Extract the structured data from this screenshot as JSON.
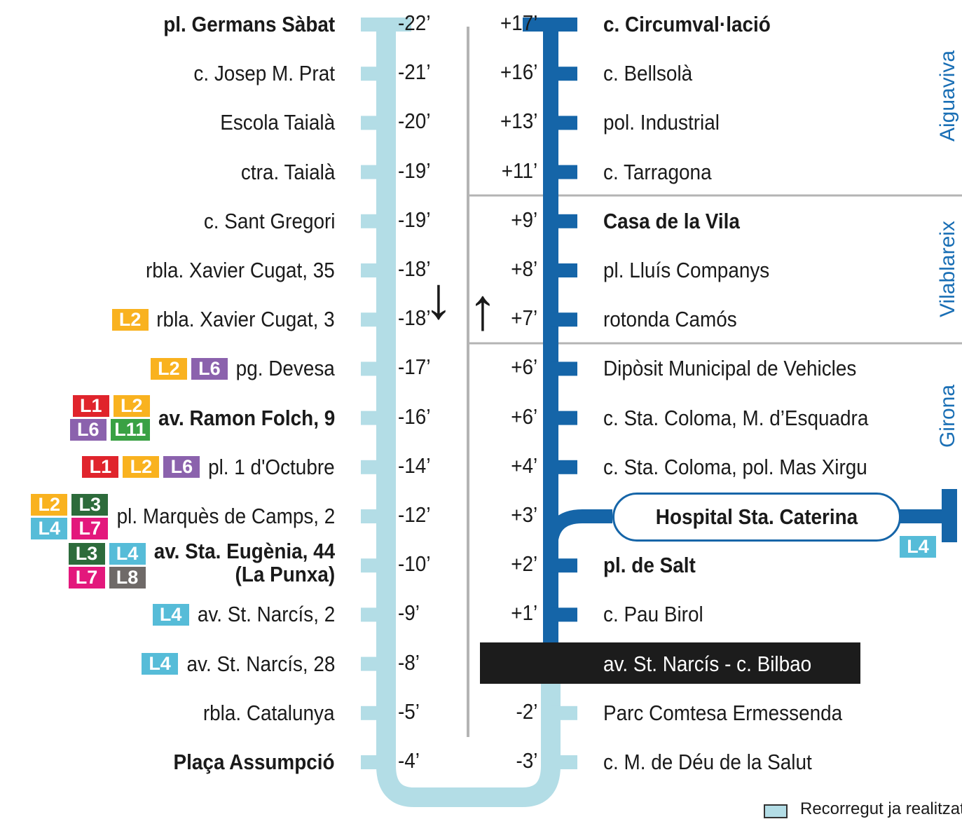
{
  "colors": {
    "traveled": "#b3dde6",
    "remaining": "#1565a8",
    "divider": "#b4b4b4",
    "zone_text": "#1a6fb5",
    "current_bg": "#1c1c1c",
    "line_colors": {
      "L1": "#e0242c",
      "L2": "#f9b21f",
      "L3": "#2d6b3b",
      "L4": "#56bcd8",
      "L6": "#8b62ad",
      "L7": "#e3187c",
      "L8": "#6f6a68",
      "L11": "#3aa144"
    }
  },
  "left_stops": [
    {
      "name": "pl. Germans Sàbat",
      "time": "-22’",
      "bold": true,
      "lines": []
    },
    {
      "name": "c. Josep M. Prat",
      "time": "-21’",
      "bold": false,
      "lines": []
    },
    {
      "name": "Escola Taialà",
      "time": "-20’",
      "bold": false,
      "lines": []
    },
    {
      "name": "ctra. Taialà",
      "time": "-19’",
      "bold": false,
      "lines": []
    },
    {
      "name": "c. Sant Gregori",
      "time": "-19’",
      "bold": false,
      "lines": []
    },
    {
      "name": "rbla. Xavier Cugat, 35",
      "time": "-18’",
      "bold": false,
      "lines": []
    },
    {
      "name": "rbla. Xavier Cugat, 3",
      "time": "-18’",
      "bold": false,
      "lines": [
        [
          "L2"
        ]
      ]
    },
    {
      "name": "pg. Devesa",
      "time": "-17’",
      "bold": false,
      "lines": [
        [
          "L2",
          "L6"
        ]
      ]
    },
    {
      "name": "av. Ramon Folch, 9",
      "time": "-16’",
      "bold": true,
      "lines": [
        [
          "L1",
          "L2"
        ],
        [
          "L6",
          "L11"
        ]
      ]
    },
    {
      "name": "pl. 1 d'Octubre",
      "time": "-14’",
      "bold": false,
      "lines": [
        [
          "L1",
          "L2",
          "L6"
        ]
      ]
    },
    {
      "name": "pl. Marquès de Camps, 2",
      "time": "-12’",
      "bold": false,
      "lines": [
        [
          "L2",
          "L3"
        ],
        [
          "L4",
          "L7"
        ]
      ]
    },
    {
      "name": "av. Sta. Eugènia, 44\n(La Punxa)",
      "time": "-10’",
      "bold": true,
      "lines": [
        [
          "L3",
          "L4"
        ],
        [
          "L7",
          "L8"
        ]
      ]
    },
    {
      "name": "av. St. Narcís, 2",
      "time": "-9’",
      "bold": false,
      "lines": [
        [
          "L4"
        ]
      ]
    },
    {
      "name": "av. St. Narcís, 28",
      "time": "-8’",
      "bold": false,
      "lines": [
        [
          "L4"
        ]
      ]
    },
    {
      "name": "rbla. Catalunya",
      "time": "-5’",
      "bold": false,
      "lines": []
    },
    {
      "name": "Plaça Assumpció",
      "time": "-4’",
      "bold": true,
      "lines": []
    }
  ],
  "right_stops": [
    {
      "name": "c. Circumval·lació",
      "time": "+17’",
      "bold": true
    },
    {
      "name": "c. Bellsolà",
      "time": "+16’",
      "bold": false
    },
    {
      "name": "pol. Industrial",
      "time": "+13’",
      "bold": false
    },
    {
      "name": "c. Tarragona",
      "time": "+11’",
      "bold": false
    },
    {
      "name": "Casa de la Vila",
      "time": "+9’",
      "bold": true
    },
    {
      "name": "pl. Lluís Companys",
      "time": "+8’",
      "bold": false
    },
    {
      "name": "rotonda Camós",
      "time": "+7’",
      "bold": false
    },
    {
      "name": "Dipòsit Municipal de Vehicles",
      "time": "+6’",
      "bold": false
    },
    {
      "name": "c. Sta. Coloma, M. d’Esquadra",
      "time": "+6’",
      "bold": false
    },
    {
      "name": "c. Sta. Coloma, pol. Mas Xirgu",
      "time": "+4’",
      "bold": false
    },
    {
      "name": "",
      "time": "+3’",
      "bold": false
    },
    {
      "name": "pl. de Salt",
      "time": "+2’",
      "bold": true
    },
    {
      "name": "c. Pau Birol",
      "time": "+1’",
      "bold": false
    },
    {
      "name": "av. St. Narcís - c. Bilbao",
      "time": "",
      "bold": false,
      "current": true
    },
    {
      "name": "Parc Comtesa Ermessenda",
      "time": "-2’",
      "bold": false
    },
    {
      "name": "c. M. de Déu de la Salut",
      "time": "-3’",
      "bold": false
    }
  ],
  "branch": {
    "name": "Hospital Sta. Caterina",
    "line": "L4"
  },
  "zones": [
    "Aiguaviva",
    "Vilablareix",
    "Girona"
  ],
  "direction_arrows": [
    "↓",
    "↑"
  ],
  "legend": {
    "traveled_label": "Recorregut ja realitzat"
  }
}
